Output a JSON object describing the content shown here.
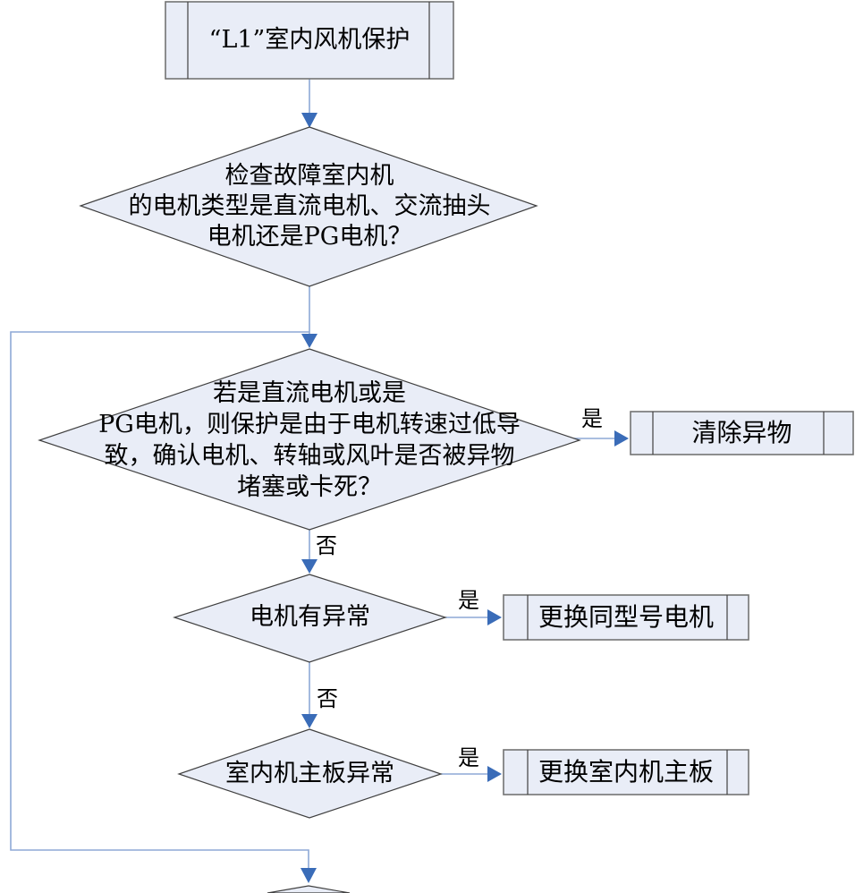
{
  "flowchart": {
    "nodes": {
      "start": "“L1”室内风机保护",
      "d1": [
        "检查故障室内机",
        "的电机类型是直流电机、交流抽头",
        "电机还是PG电机？"
      ],
      "d2": [
        "若是直流电机或是",
        "PG电机，则保护是由于电机转速过低导",
        "致，确认电机、转轴或风叶是否被异物",
        "堵塞或卡死？"
      ],
      "d3": "电机有异常",
      "d4": "室内机主板异常",
      "clear": "清除异物",
      "motor": "更换同型号电机",
      "board": "更换室内机主板"
    },
    "labels": {
      "yes1": "是",
      "yes2": "是",
      "yes3": "是",
      "no1": "否",
      "no2": "否"
    },
    "colors": {
      "shape_fill": "#e9edf7",
      "shape_border": "#404040",
      "outer_border": "#737373",
      "line": "#8ea9d6",
      "arrow": "#3a6cb8",
      "text": "#000000",
      "background": "#ffffff"
    }
  }
}
